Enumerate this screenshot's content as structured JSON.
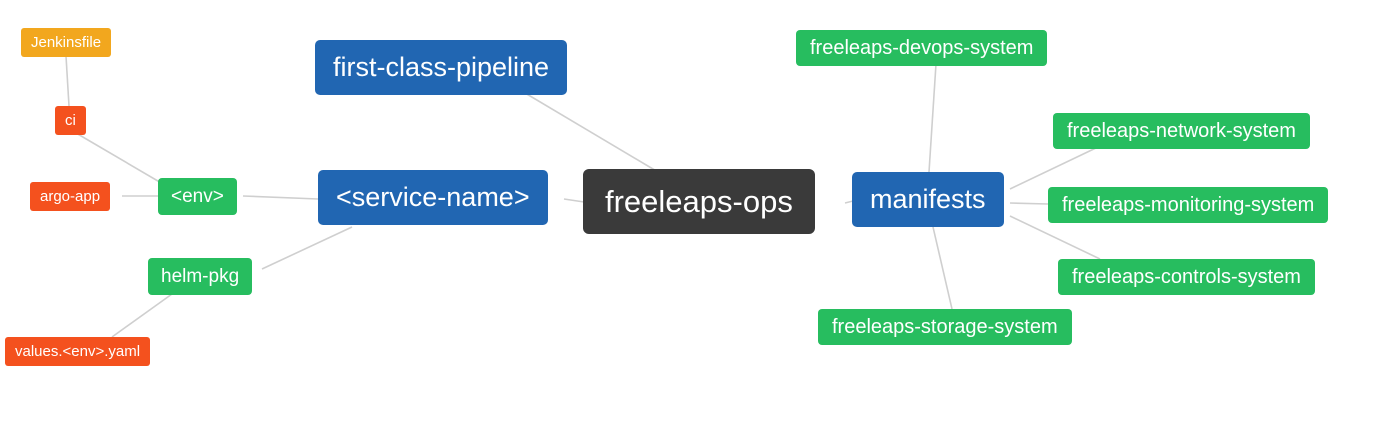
{
  "diagram": {
    "type": "mindmap",
    "root": "freeleaps_ops",
    "nodes": {
      "freeleaps_ops": {
        "label": "freeleaps-ops",
        "color": "#3a3a3a"
      },
      "first_class_pipeline": {
        "label": "first-class-pipeline",
        "color": "#2166b2"
      },
      "service_name": {
        "label": "<service-name>",
        "color": "#2166b2"
      },
      "manifests": {
        "label": "manifests",
        "color": "#2166b2"
      },
      "env": {
        "label": "<env>",
        "color": "#27bd5f"
      },
      "helm_pkg": {
        "label": "helm-pkg",
        "color": "#27bd5f"
      },
      "ci": {
        "label": "ci",
        "color": "#f4511e"
      },
      "argo_app": {
        "label": "argo-app",
        "color": "#f4511e"
      },
      "values_env_yaml": {
        "label": "values.<env>.yaml",
        "color": "#f4511e"
      },
      "jenkinsfile": {
        "label": "Jenkinsfile",
        "color": "#f2a71e"
      },
      "devops_system": {
        "label": "freeleaps-devops-system",
        "color": "#27bd5f"
      },
      "network_system": {
        "label": "freeleaps-network-system",
        "color": "#27bd5f"
      },
      "monitoring_system": {
        "label": "freeleaps-monitoring-system",
        "color": "#27bd5f"
      },
      "controls_system": {
        "label": "freeleaps-controls-system",
        "color": "#27bd5f"
      },
      "storage_system": {
        "label": "freeleaps-storage-system",
        "color": "#27bd5f"
      }
    },
    "edges": [
      {
        "from": "jenkinsfile",
        "to": "ci"
      },
      {
        "from": "ci",
        "to": "env"
      },
      {
        "from": "argo_app",
        "to": "env"
      },
      {
        "from": "env",
        "to": "service_name"
      },
      {
        "from": "helm_pkg",
        "to": "service_name"
      },
      {
        "from": "values_env_yaml",
        "to": "helm_pkg"
      },
      {
        "from": "first_class_pipeline",
        "to": "freeleaps_ops"
      },
      {
        "from": "service_name",
        "to": "freeleaps_ops"
      },
      {
        "from": "freeleaps_ops",
        "to": "manifests"
      },
      {
        "from": "manifests",
        "to": "devops_system"
      },
      {
        "from": "manifests",
        "to": "network_system"
      },
      {
        "from": "manifests",
        "to": "monitoring_system"
      },
      {
        "from": "manifests",
        "to": "controls_system"
      },
      {
        "from": "manifests",
        "to": "storage_system"
      }
    ],
    "colors": {
      "blue": "#2166b2",
      "green": "#27bd5f",
      "orange": "#f2a71e",
      "red_orange": "#f4511e",
      "dark": "#3a3a3a",
      "edge": "#cfcfcf",
      "text": "#ffffff",
      "background": "#ffffff"
    }
  }
}
